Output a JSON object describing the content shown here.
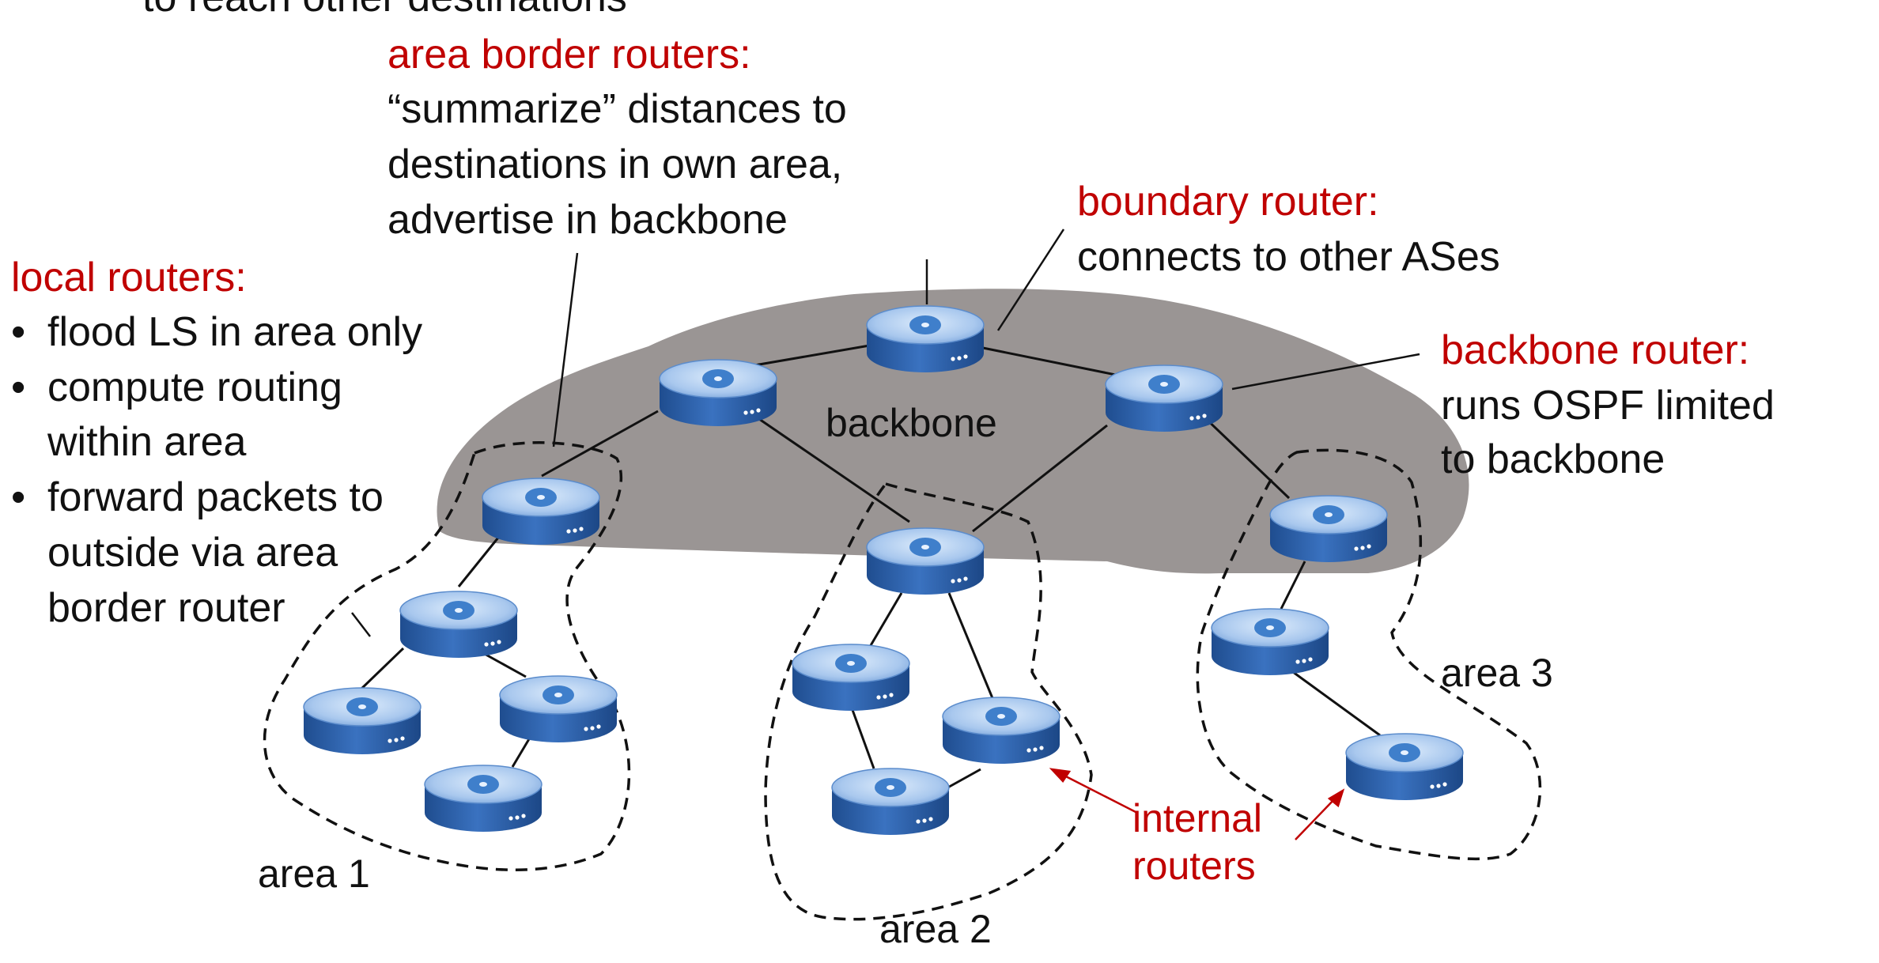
{
  "header": {
    "cut_off_title": "to reach other destinations"
  },
  "labels": {
    "local_routers": {
      "title": "local routers:",
      "bullets": [
        "flood LS in area only",
        "compute routing",
        "within area",
        "forward packets to",
        "outside via area",
        "border router"
      ]
    },
    "area_border_routers": {
      "title": "area border routers:",
      "lines": [
        "“summarize” distances  to",
        "destinations in own area,",
        "advertise in backbone"
      ]
    },
    "boundary_router": {
      "title": "boundary router:",
      "lines": [
        "connects to other ASes"
      ]
    },
    "backbone_router": {
      "title": "backbone router:",
      "lines": [
        "runs OSPF limited",
        "to backbone"
      ]
    },
    "backbone": "backbone",
    "area1": "area 1",
    "area2": "area 2",
    "area3": "area 3",
    "internal_routers": [
      "internal",
      "routers"
    ]
  },
  "colors": {
    "accent_red": "#c00000",
    "backbone_cloud": "#9a9594",
    "router_blue": "#3a78c6",
    "text": "#111111"
  },
  "icons": {
    "router": "router-icon"
  }
}
